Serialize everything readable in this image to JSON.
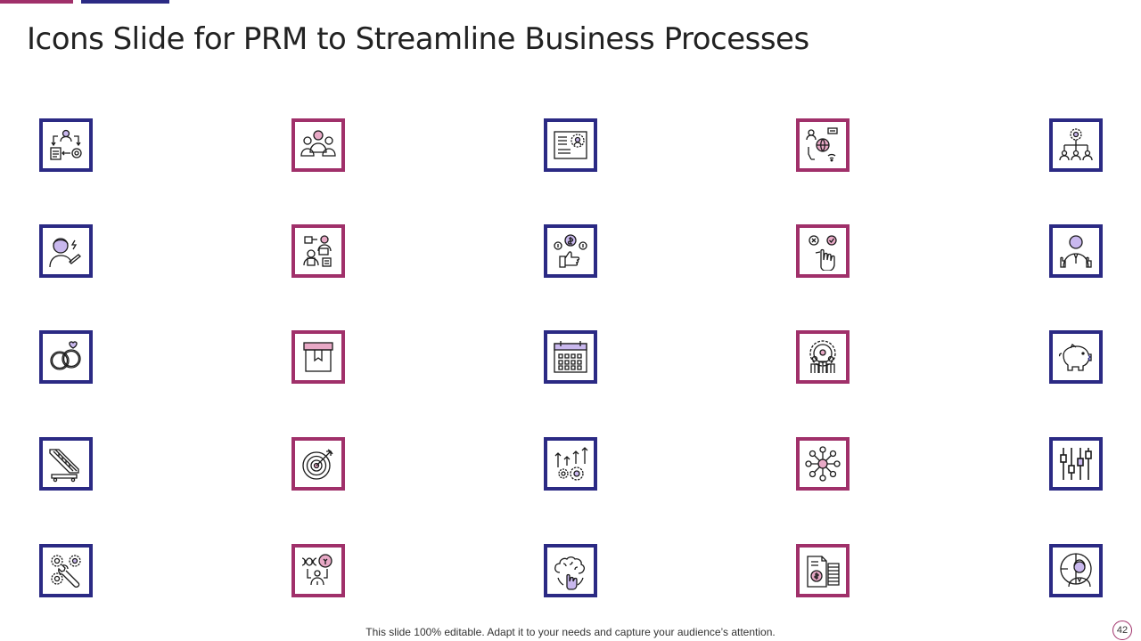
{
  "slide": {
    "title": "Icons Slide for PRM to Streamline Business Processes",
    "footer_text": "This slide 100% editable. Adapt it to your needs and capture your audience’s attention.",
    "page_number": "42"
  },
  "colors": {
    "navy": "#2b2a84",
    "magenta": "#a0306a",
    "lavender": "#c9b8ee",
    "pink_fill": "#e8a9c6",
    "ink": "#1a1a1a"
  },
  "icons": [
    "org-workflow-icon",
    "user-group-icon",
    "profile-document-gear-icon",
    "global-network-icon",
    "team-gear-hierarchy-icon",
    "person-idea-icon",
    "team-communication-icon",
    "money-thumbs-up-icon",
    "choice-tap-icon",
    "business-person-icon",
    "wedding-rings-icon",
    "package-box-icon",
    "calendar-icon",
    "team-gear-icon",
    "piggy-bank-icon",
    "escalator-icon",
    "target-icon",
    "growth-gears-icon",
    "network-hub-icon",
    "sliders-settings-icon",
    "gears-wrench-icon",
    "dna-research-icon",
    "brain-cloud-touch-icon",
    "finance-report-icon",
    "person-headset-icon"
  ]
}
